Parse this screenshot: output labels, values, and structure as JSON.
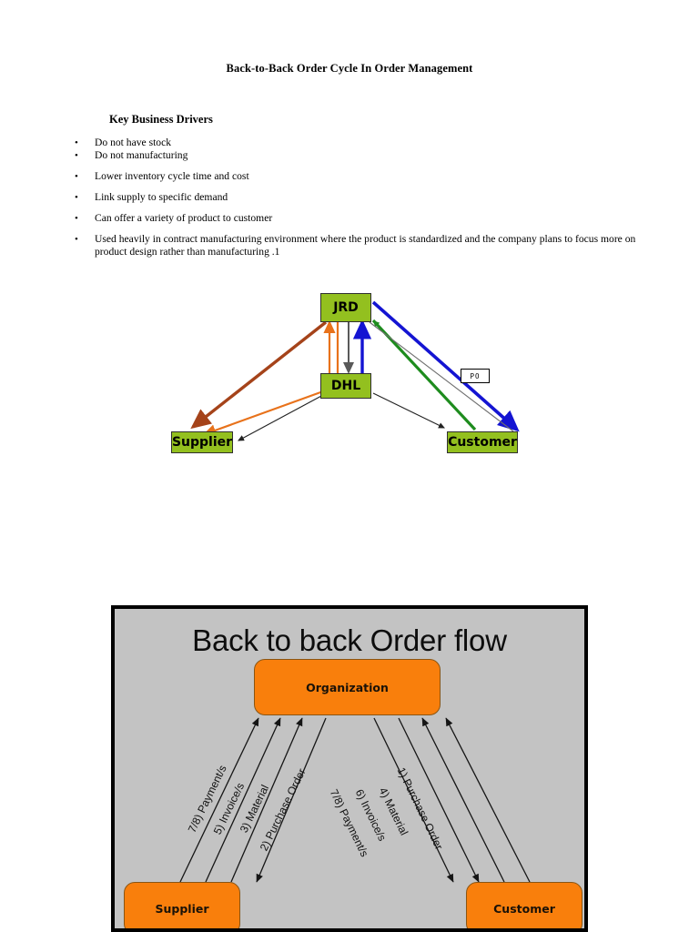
{
  "document": {
    "title": "Back-to-Back Order Cycle In Order Management",
    "section_heading": "Key Business Drivers",
    "bullets": [
      "Do not have stock",
      "Do not manufacturing",
      "Lower inventory cycle time and cost",
      "Link supply to specific demand",
      "Can offer a variety of product to customer",
      "Used heavily in contract manufacturing environment where the product is standardized and the company plans to focus more on product design rather than manufacturing .1"
    ]
  },
  "diagram1": {
    "nodes": {
      "jrd": "JRD",
      "dhl": "DHL",
      "supplier": "Supplier",
      "customer": "Customer"
    },
    "po_label": "PO",
    "colors": {
      "node_fill": "#93C01F",
      "node_border": "#2f2f2f",
      "brown": "#A5431A",
      "orange": "#E8721B",
      "gray": "#595959",
      "blue": "#1414D2",
      "green": "#1E8C1E"
    }
  },
  "diagram2": {
    "title": "Back to back Order flow",
    "nodes": {
      "organization": "Organization",
      "supplier": "Supplier",
      "customer": "Customer"
    },
    "colors": {
      "panel_bg": "#c3c3c3",
      "panel_border": "#000000",
      "box_fill": "#F97F0C"
    },
    "left_labels": [
      "7/8) Payment/s",
      "5) Invoice/s",
      "3) Material",
      "2) Purchase Order"
    ],
    "right_labels": [
      "1) Purchase Order",
      "4) Material",
      "6) Invoice/s",
      "7/8) Payment/s"
    ]
  }
}
